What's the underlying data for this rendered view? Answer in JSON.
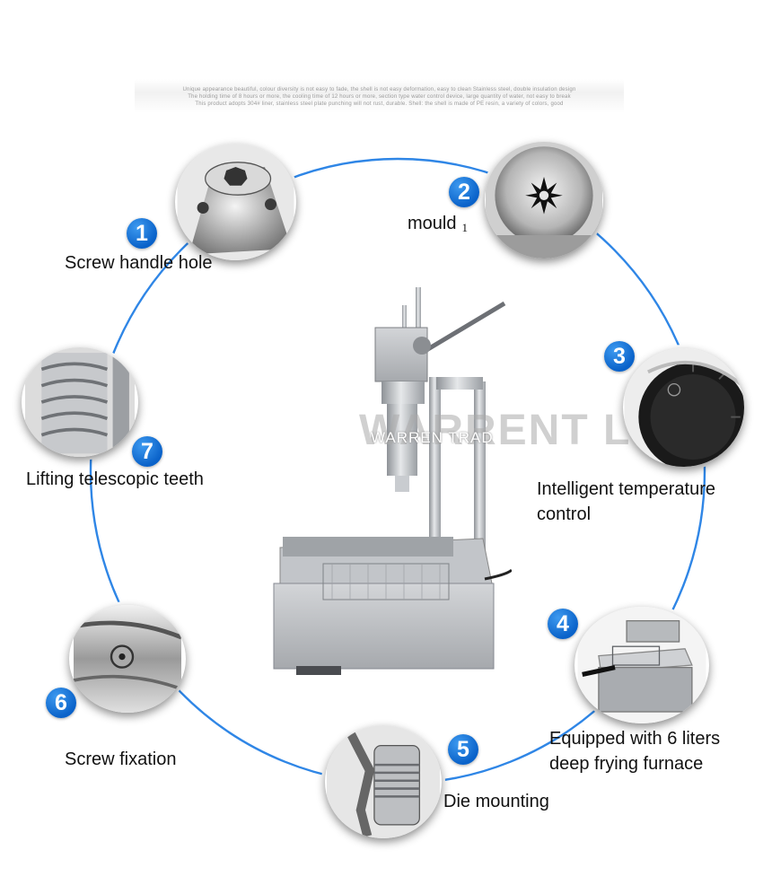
{
  "header": {
    "lines": [
      "Unique appearance beautiful, colour diversity is not easy to fade, the shell is not easy deformation, easy to clean Stainless steel, double insulation design",
      "The holding time of 8 hours or more, the cooling time of 12 hours or more, section type water control device, large quantity of water, not easy to break",
      "This product adopts 304# liner, stainless steel plate punching will not rust, durable. Shell: the shell is made of PE resin, a variety of colors, good"
    ]
  },
  "watermark": {
    "main": "WARRENT LIMITED",
    "sub": "WARREN TRAD"
  },
  "features": [
    {
      "number": "1",
      "label": "Screw handle hole",
      "icon": "screw-handle-hole-photo"
    },
    {
      "number": "2",
      "label": "mould",
      "suffix": "1",
      "icon": "star-mould-photo"
    },
    {
      "number": "3",
      "label_lines": [
        "Intelligent temperature",
        "control"
      ],
      "icon": "temperature-knob-photo"
    },
    {
      "number": "4",
      "label_lines": [
        "Equipped with 6 liters",
        "deep frying furnace"
      ],
      "icon": "fryer-photo"
    },
    {
      "number": "5",
      "label": "Die mounting",
      "icon": "die-mount-photo"
    },
    {
      "number": "6",
      "label": "Screw fixation",
      "icon": "screw-fixation-photo"
    },
    {
      "number": "7",
      "label": "Lifting telescopic teeth",
      "icon": "telescopic-teeth-photo"
    }
  ],
  "colors": {
    "accent": "#0a62c9",
    "ring": "#2f86e6",
    "steel": "#b9bcc0"
  }
}
